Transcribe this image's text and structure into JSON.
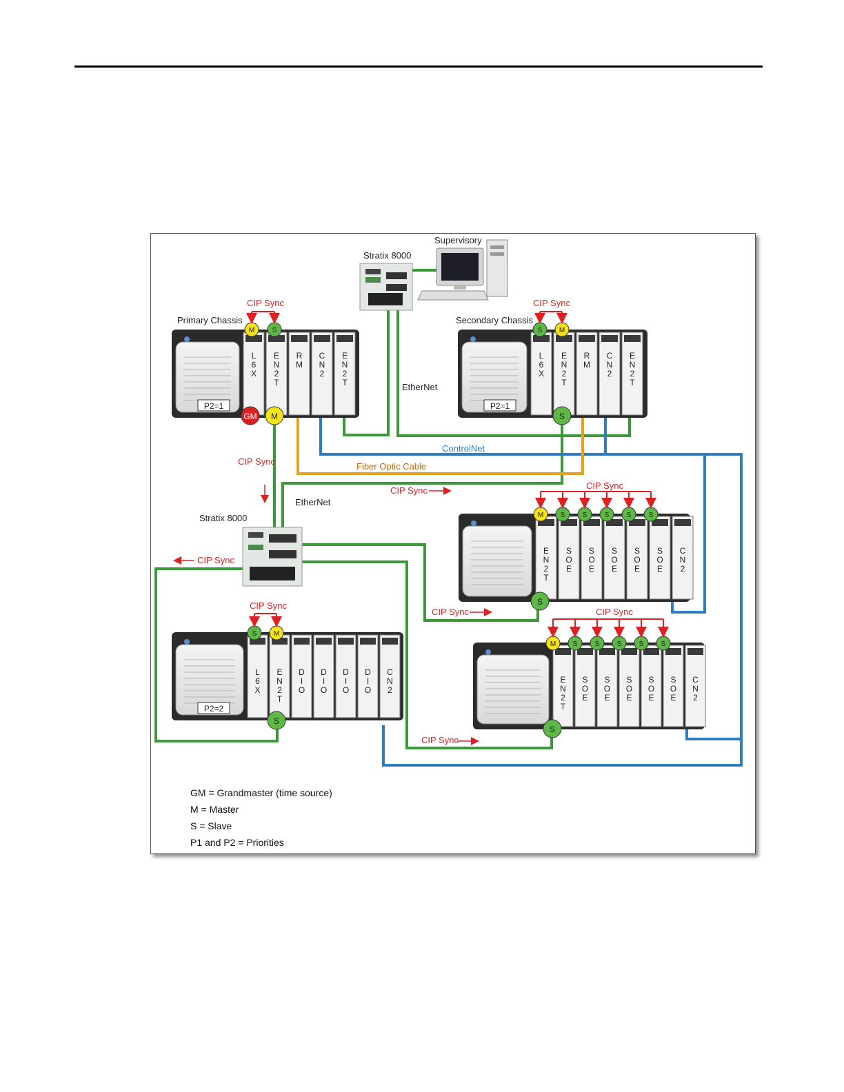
{
  "colors": {
    "ethernet": "#3a9a3a",
    "controlnet": "#2e7cc2",
    "fiber": "#e8a020",
    "cip_sync": "#e02020",
    "master": "#f4e21a",
    "slave": "#5db846",
    "grandmaster": "#e02020"
  },
  "labels": {
    "supervisory": "Supervisory",
    "stratix_top": "Stratix 8000",
    "stratix_mid": "Stratix 8000",
    "primary_chassis": "Primary Chassis",
    "secondary_chassis": "Secondary Chassis",
    "ethernet_right": "EtherNet",
    "ethernet_mid": "EtherNet",
    "controlnet": "ControlNet",
    "fiber": "Fiber Optic Cable",
    "cip_primary": "CIP Sync",
    "cip_secondary": "CIP Sync",
    "cip_vertical": "CIP Sync",
    "cip_arrow_right_top": "CIP Sync",
    "cip_left": "CIP Sync",
    "cip_to_soe1": "CIP Sync",
    "cip_bottom": "CIP Sync",
    "cip_soe1": "CIP Sync",
    "cip_soe2": "CIP Sync",
    "cip_lower_left": "CIP Sync",
    "p_primary": "P2=1",
    "p_secondary": "P2=1",
    "p_lower_left": "P2=2"
  },
  "badges": {
    "M": "M",
    "S": "S",
    "GM": "GM"
  },
  "chassis": {
    "primary_slots": [
      "L6X",
      "EN2T",
      "RM",
      "CN2",
      "EN2T"
    ],
    "secondary_slots": [
      "L6X",
      "EN2T",
      "RM",
      "CN2",
      "EN2T"
    ],
    "soe1_slots": [
      "EN2T",
      "SOE",
      "SOE",
      "SOE",
      "SOE",
      "SOE",
      "CN2"
    ],
    "soe2_slots": [
      "EN2T",
      "SOE",
      "SOE",
      "SOE",
      "SOE",
      "SOE",
      "CN2"
    ],
    "lower_left_slots": [
      "L6X",
      "EN2T",
      "DIO",
      "DIO",
      "DIO",
      "DIO",
      "CN2"
    ]
  },
  "legend": [
    "GM = Grandmaster (time source)",
    "M = Master",
    "S = Slave",
    "P1 and P2 = Priorities"
  ]
}
